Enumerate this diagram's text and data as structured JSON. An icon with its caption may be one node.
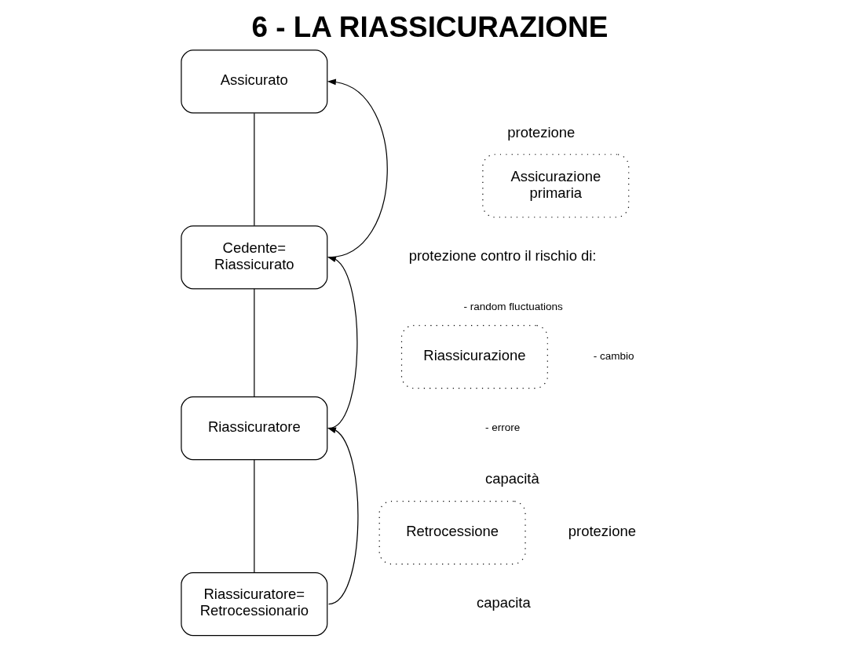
{
  "diagram": {
    "title": "6 - LA RIASSICURAZIONE",
    "nodes": [
      {
        "text": [
          "Assicurato"
        ]
      },
      {
        "text": [
          "Cedente= Riassicurato"
        ]
      },
      {
        "text": [
          "Riassicuratore"
        ]
      },
      {
        "text": [
          "Riassicuratore= Retrocessionario"
        ]
      },
      {
        "text": [
          "Assicurazione primaria"
        ]
      },
      {
        "text": [
          "Riassicurazione"
        ]
      },
      {
        "text": [
          "Retrocessione"
        ]
      }
    ],
    "edges": [
      {
        "from": 0,
        "to": 1,
        "arrow": "none"
      },
      {
        "from": 1,
        "to": 2,
        "arrow": "none"
      },
      {
        "from": 2,
        "to": 3,
        "arrow": "none"
      },
      {
        "from": 1,
        "to": 0,
        "arrow": "to"
      },
      {
        "from": 2,
        "to": 1,
        "arrow": "to"
      },
      {
        "from": 3,
        "to": 2,
        "arrow": "to"
      }
    ],
    "labels": [
      "protezione",
      "protezione contro il rischio di:",
      "- random fluctuations",
      "- cambio",
      "- errore",
      "capacità",
      "protezione",
      "capacita"
    ]
  }
}
